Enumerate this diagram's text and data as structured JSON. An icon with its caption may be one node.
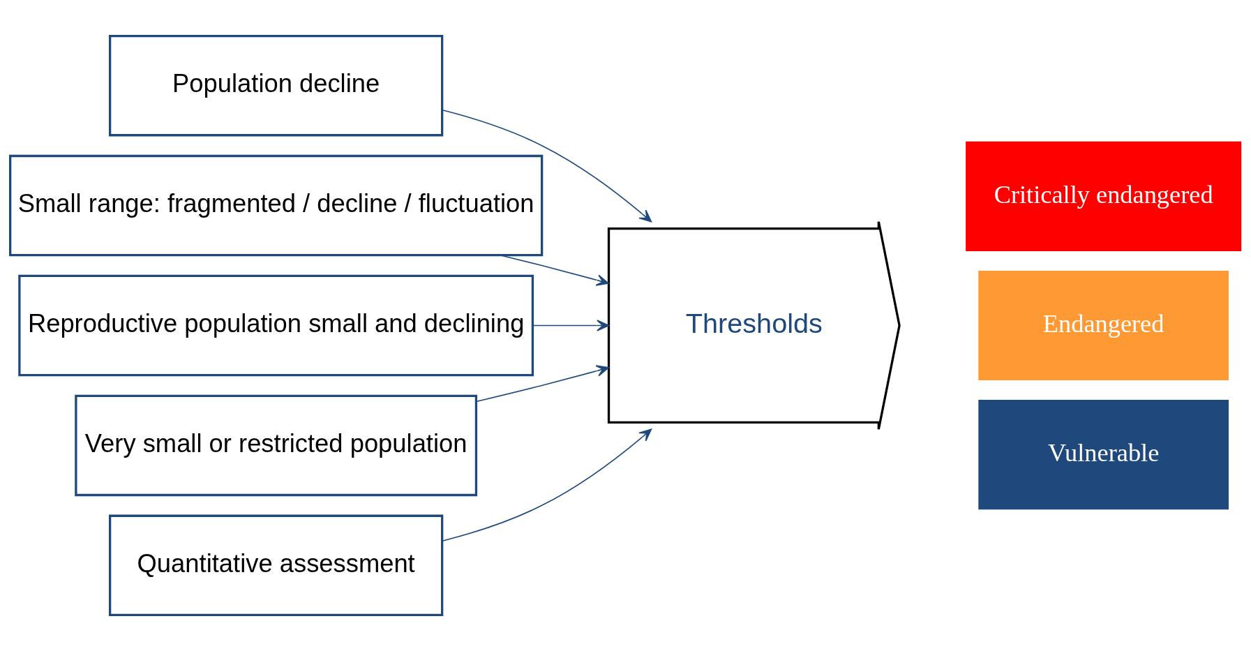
{
  "diagram": {
    "nodes": [
      {
        "text": [
          "Population decline"
        ]
      },
      {
        "text": [
          "Small range: fragmented / decline / fluctuation"
        ]
      },
      {
        "text": [
          "Reproductive population small and declining"
        ]
      },
      {
        "text": [
          "Very small or restricted population"
        ]
      },
      {
        "text": [
          "Quantitative assessment"
        ]
      },
      {
        "text": [
          "Thresholds"
        ]
      },
      {
        "text": [
          "Critically endangered"
        ]
      },
      {
        "text": [
          "Endangered"
        ]
      },
      {
        "text": [
          "Vulnerable"
        ]
      }
    ],
    "edges": [
      {
        "from": 0,
        "to": 5,
        "arrow": "to"
      },
      {
        "from": 1,
        "to": 5,
        "arrow": "to"
      },
      {
        "from": 2,
        "to": 5,
        "arrow": "to"
      },
      {
        "from": 3,
        "to": 5,
        "arrow": "to"
      },
      {
        "from": 4,
        "to": 5,
        "arrow": "to"
      }
    ]
  }
}
